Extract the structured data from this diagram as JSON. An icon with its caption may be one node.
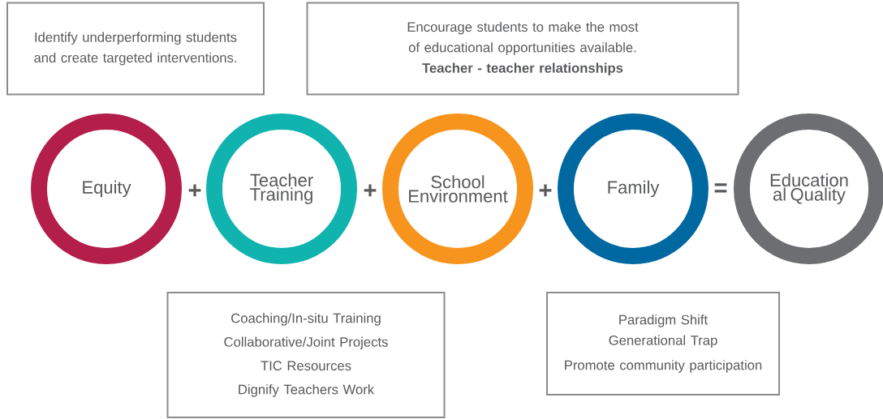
{
  "diagram": {
    "nodes": [
      {
        "text": [
          "Identify underperforming students and create targeted interventions."
        ]
      },
      {
        "text": [
          "Encourage students to make the most of educational opportunities available.",
          "Teacher - teacher relationships"
        ]
      },
      {
        "text": [
          "Equity"
        ]
      },
      {
        "text": [
          "Teacher Training"
        ]
      },
      {
        "text": [
          "School Environment"
        ]
      },
      {
        "text": [
          "Family"
        ]
      },
      {
        "text": [
          "Education al Quality"
        ]
      },
      {
        "text": [
          "Coaching/In-situ Training",
          "Collaborative/Joint Projects",
          "TIC Resources",
          "Dignify Teachers Work"
        ]
      },
      {
        "text": [
          "Paradigm Shift",
          "Generational Trap",
          "Promote community participation"
        ]
      }
    ],
    "labels": [
      "+",
      "+",
      "+",
      "="
    ]
  }
}
